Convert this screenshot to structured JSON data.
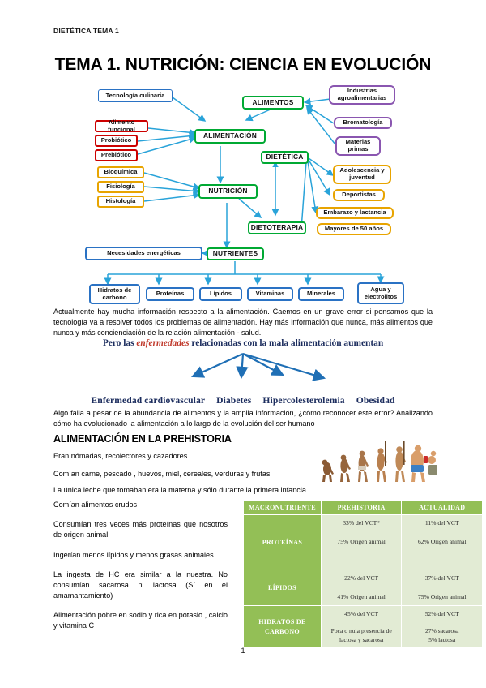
{
  "header": {
    "label": "DIETÉTICA TEMA 1"
  },
  "title": "TEMA 1. NUTRICIÓN: CIENCIA EN EVOLUCIÓN",
  "diagram": {
    "nodes": {
      "tecnologia": "Tecnología culinaria",
      "alimento_funcional": "Alimento funcional",
      "probiotico": "Probiótico",
      "prebiotico": "Prebiótico",
      "bioquimica": "Bioquímica",
      "fisiologia": "Fisiología",
      "histologia": "Histología",
      "alimentos": "ALIMENTOS",
      "alimentacion": "ALIMENTACIÓN",
      "nutricion": "NUTRICIÓN",
      "dietetica": "DIETÉTICA",
      "dietoterapia": "DIETOTERAPIA",
      "nutrientes": "NUTRIENTES",
      "industrias": "Industrias agroalimentarias",
      "bromatologia": "Bromatología",
      "materias": "Materias primas",
      "adolescencia": "Adolescencia y juventud",
      "deportistas": "Deportistas",
      "embarazo": "Embarazo y lactancia",
      "mayores": "Mayores de 50 años",
      "necesidades": "Necesidades energéticas",
      "hidratos": "Hidratos de carbono",
      "proteinas": "Proteínas",
      "lipidos": "Lípidos",
      "vitaminas": "Vitaminas",
      "minerales": "Minerales",
      "agua": "Agua y electrolitos"
    },
    "colors": {
      "green": "#00a933",
      "blue": "#2a72c4",
      "red": "#cc0000",
      "yellow": "#e8a400",
      "purple": "#8a56b0",
      "arrow": "#29a3d9",
      "arrow_dark": "#1f6fb5"
    }
  },
  "body": {
    "intro": "Actualmente hay mucha información respecto a la alimentación. Caemos en un grave error si pensamos que la tecnología va a resolver todos los problemas de alimentación. Hay más información que nunca, más alimentos que nunca y más concienciación de la relación alimentación - salud.",
    "red_line_pre": "Pero las ",
    "red_line_em": "enfermedades",
    "red_line_post": " relacionadas con la mala alimentación aumentan",
    "diseases": [
      "Enfermedad cardiovascular",
      "Diabetes",
      "Hipercolesterolemia",
      "Obesidad"
    ],
    "after_diseases": "Algo falla a pesar de la abundancia de alimentos y la amplia información, ¿cómo reconocer este error? Analizando cómo ha evolucionado la alimentación a lo largo de la evolución del ser humano"
  },
  "prehistoria": {
    "heading": "ALIMENTACIÓN EN LA PREHISTORIA",
    "lines": [
      "Eran nómadas, recolectores y cazadores.",
      "Comían carne, pescado , huevos, miel, cereales, verduras y frutas",
      "La única leche que tomaban era la materna y sólo durante la primera infancia"
    ],
    "notes": [
      "Comían alimentos crudos",
      "Consumían tres veces más proteínas que nosotros de origen animal",
      "Ingerían menos lípidos y menos grasas animales",
      "La ingesta de HC era similar a la nuestra. No consumían sacarosa ni lactosa (Sí en el amamantamiento)",
      "Alimentación pobre en sodio y rica en potasio , calcio y vitamina C"
    ]
  },
  "table": {
    "headers": [
      "MACRONUTRIENTE",
      "PREHISTORIA",
      "ACTUALIDAD"
    ],
    "rows": [
      {
        "nutrient": "PROTEÍNAS",
        "prehistoria_main": "33% del VCT*",
        "prehistoria_sub": "75% Origen animal",
        "actualidad_main": "11% del VCT",
        "actualidad_sub": "62% Origen animal"
      },
      {
        "nutrient": "LÍPIDOS",
        "prehistoria_main": "22% del VCT",
        "prehistoria_sub": "41% Origen animal",
        "actualidad_main": "37% del VCT",
        "actualidad_sub": "75% Origen animal"
      },
      {
        "nutrient": "HIDRATOS DE CARBONO",
        "prehistoria_main": "45% del VCT",
        "prehistoria_sub": "Poca o nula presencia de lactosa y sacarosa",
        "actualidad_main": "52% del VCT",
        "actualidad_sub": "27% sacarosa\n5% lactosa"
      }
    ],
    "colors": {
      "header_bg": "#93bf56",
      "cell_bg": "#e2ebd4"
    }
  },
  "footer": {
    "page": "1"
  }
}
